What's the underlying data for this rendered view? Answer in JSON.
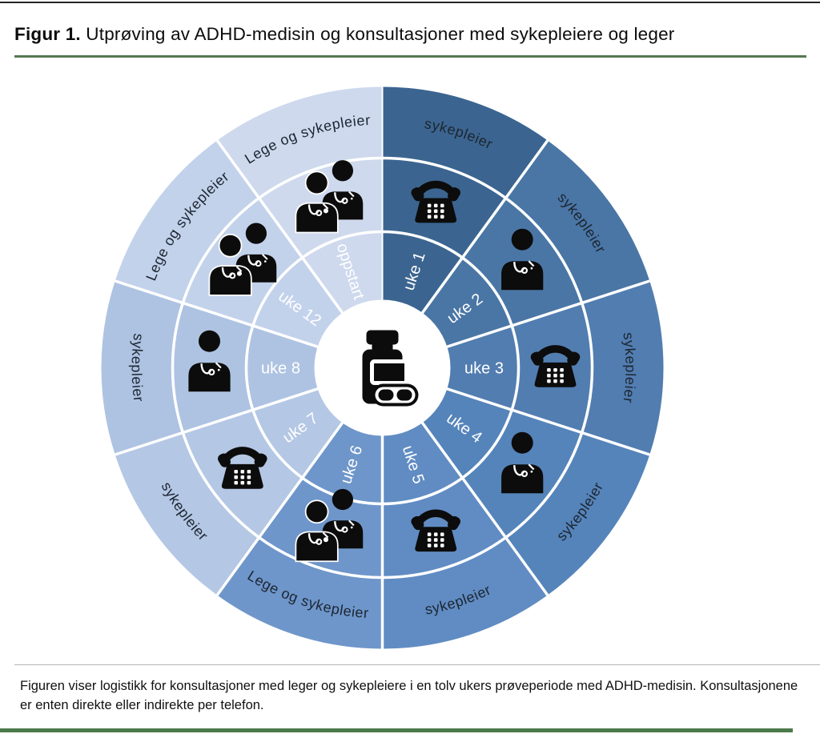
{
  "header": {
    "figure_label": "Figur 1.",
    "title_rest": " Utprøving av ADHD-medisin og konsultasjoner med sykepleiere og leger"
  },
  "caption": {
    "text": "Figuren viser logistikk for konsultasjoner med leger og sykepleiere i en tolv ukers prøveperiode med ADHD-medisin. Konsultasjonene er enten direkte eller indirekte per telefon."
  },
  "colors": {
    "page_top_border": "#242424",
    "title_rule_green": "#567853",
    "caption_divider_gray": "#b6b6b6",
    "bottom_rule_green": "#4d7a4c",
    "icon_black": "#0c0c0c",
    "week_label_white": "#ffffff",
    "role_label_dark": "#1c2531",
    "center_circle_white": "#ffffff"
  },
  "diagram": {
    "center_icon": "pill-bottle-icon",
    "rings": [
      "week-ring",
      "consultation-icon-ring",
      "role-ring"
    ],
    "sectors": [
      {
        "id": "oppstart",
        "week": "oppstart",
        "role": "Lege og sykepleier",
        "icon": "doctor-nurse-icon",
        "color": "#ced9ed",
        "start": 324,
        "end": 360
      },
      {
        "id": "uke-1",
        "week": "uke 1",
        "role": "sykepleier",
        "icon": "phone-icon",
        "color": "#3b6590",
        "start": 0,
        "end": 36
      },
      {
        "id": "uke-2",
        "week": "uke 2",
        "role": "sykepleier",
        "icon": "nurse-icon",
        "color": "#4a76a5",
        "start": 36,
        "end": 72
      },
      {
        "id": "uke-3",
        "week": "uke 3",
        "role": "sykepleier",
        "icon": "phone-icon",
        "color": "#527db0",
        "start": 72,
        "end": 108
      },
      {
        "id": "uke-4",
        "week": "uke 4",
        "role": "sykepleier",
        "icon": "nurse-icon",
        "color": "#5584ba",
        "start": 108,
        "end": 144
      },
      {
        "id": "uke-5",
        "week": "uke 5",
        "role": "sykepleier",
        "icon": "phone-icon",
        "color": "#608cc3",
        "start": 144,
        "end": 180
      },
      {
        "id": "uke-6",
        "week": "uke 6",
        "role": "Lege og sykepleier",
        "icon": "doctor-nurse-icon",
        "color": "#6e96ca",
        "start": 180,
        "end": 216
      },
      {
        "id": "uke-7",
        "week": "uke 7",
        "role": "sykepleier",
        "icon": "phone-icon",
        "color": "#b4c7e4",
        "start": 216,
        "end": 252
      },
      {
        "id": "uke-8",
        "week": "uke 8",
        "role": "sykepleier",
        "icon": "nurse-icon",
        "color": "#aec3e2",
        "start": 252,
        "end": 288
      },
      {
        "id": "uke-12",
        "week": "uke 12",
        "role": "Lege og sykepleier",
        "icon": "doctor-nurse-icon",
        "color": "#c3d2eb",
        "start": 288,
        "end": 324
      }
    ]
  }
}
